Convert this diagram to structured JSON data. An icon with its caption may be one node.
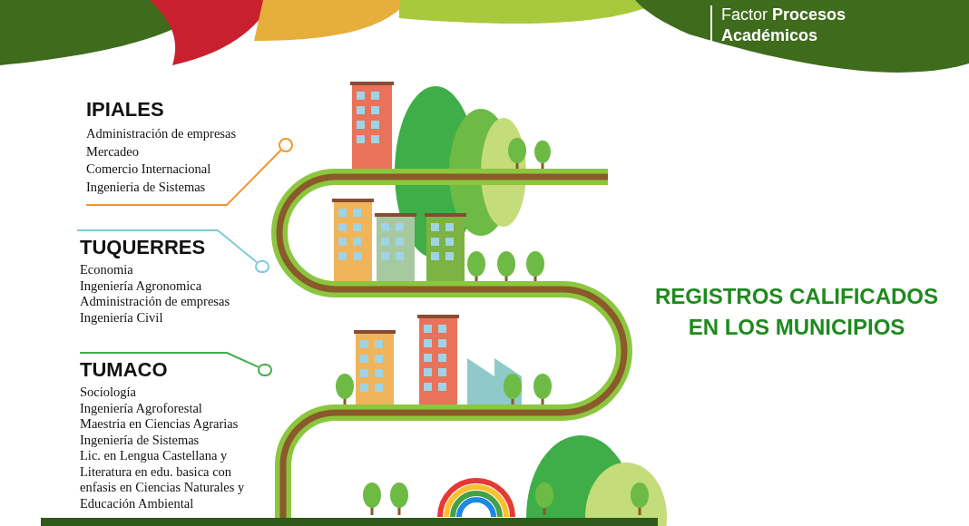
{
  "diagram": {
    "title": "REGISTROS CALIFICADOS EN LOS MUNICIPIOS",
    "nodes": [
      {
        "text": [
          "IPIALES",
          "Administración de empresas",
          "Mercadeo",
          "Comercio Internacional",
          "Ingenieria de Sistemas"
        ]
      },
      {
        "text": [],
        "shape": "circle"
      },
      {
        "text": [
          "TUQUERRES",
          "Economia",
          "Ingeniería Agronomica",
          "Administración de empresas",
          "Ingeniería Civil"
        ]
      },
      {
        "text": [],
        "shape": "circle"
      },
      {
        "text": [
          "TUMACO",
          "Sociología",
          "Ingeniería Agroforestal",
          "Maestria en Ciencias Agrarias",
          "Ingeniería de Sistemas",
          "Lic. en Lengua Castellana y Literatura en edu. basica con enfasis en Ciencias Naturales y Educación Ambiental"
        ]
      },
      {
        "text": [],
        "shape": "circle"
      }
    ],
    "edges": [
      {
        "from": 0,
        "to": 1,
        "arrow": "none",
        "color": "#f0962e"
      },
      {
        "from": 2,
        "to": 3,
        "arrow": "none",
        "color": "#7ecbd9"
      },
      {
        "from": 4,
        "to": 5,
        "arrow": "none",
        "color": "#3fae49"
      }
    ],
    "labels": [
      "Factor **Procesos Académicos**"
    ]
  }
}
